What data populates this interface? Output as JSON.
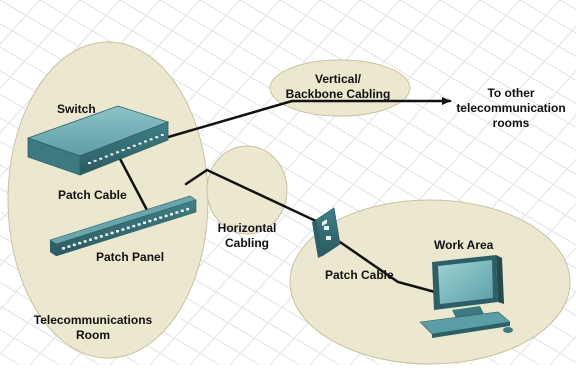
{
  "labels": {
    "switch": "Switch",
    "patch_cable_switch": "Patch Cable",
    "patch_panel": "Patch Panel",
    "telecom_room_line1": "Telecommunications",
    "telecom_room_line2": "Room",
    "vertical_line1": "Vertical/",
    "vertical_line2": "Backbone Cabling",
    "to_other_line1": "To other",
    "to_other_line2": "telecommunication",
    "to_other_line3": "rooms",
    "horizontal_line1": "Horizontal",
    "horizontal_line2": "Cabling",
    "work_area": "Work Area",
    "patch_cable_work": "Patch Cable"
  },
  "colors": {
    "zone_fill": "#ece7cf",
    "zone_stroke": "#c9c2a0",
    "device_teal": "#4f8f96",
    "device_dark": "#2d5f66",
    "cable": "#111111",
    "grid": "#e4e4e4"
  },
  "icons": [
    "switch-icon",
    "patch-panel-icon",
    "wall-jack-icon",
    "computer-icon",
    "arrow-icon"
  ]
}
